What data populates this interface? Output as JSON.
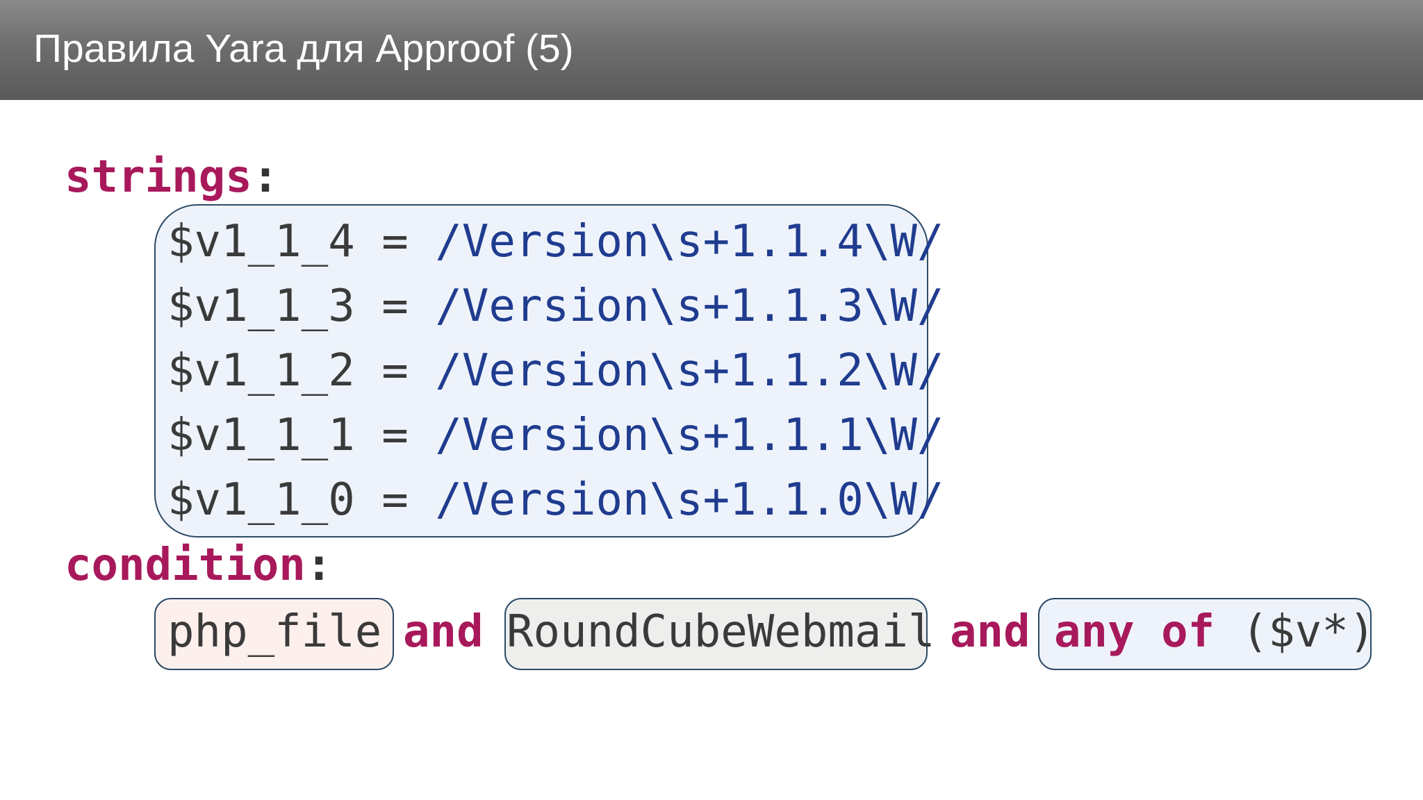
{
  "slide": {
    "title": "Правила Yara для Approof (5)"
  },
  "code": {
    "strings_keyword": "strings",
    "condition_keyword": "condition",
    "colon": ":",
    "rules": [
      {
        "var": "$v1_1_4",
        "op": " = ",
        "regex": "/Version\\s+1.1.4\\W/"
      },
      {
        "var": "$v1_1_3",
        "op": " = ",
        "regex": "/Version\\s+1.1.3\\W/"
      },
      {
        "var": "$v1_1_2",
        "op": " = ",
        "regex": "/Version\\s+1.1.2\\W/"
      },
      {
        "var": "$v1_1_1",
        "op": " = ",
        "regex": "/Version\\s+1.1.1\\W/"
      },
      {
        "var": "$v1_1_0",
        "op": " = ",
        "regex": "/Version\\s+1.1.0\\W/"
      }
    ],
    "condition": {
      "php_file": "php_file",
      "and_1": "and",
      "roundcube": "RoundCubeWebmail",
      "and_2": "and",
      "any_of": "any of",
      "selector": " ($v*)"
    }
  },
  "colors": {
    "keyword": "#a8195b",
    "regex": "#1f3c8f",
    "text": "#3a3a3a",
    "header": "#6e6e6e",
    "box_border": "#2d4a66",
    "box_strings_bg": "#eef3fb",
    "box_php_bg": "#fdf0ec",
    "box_rcw_bg": "#eeeeed"
  }
}
